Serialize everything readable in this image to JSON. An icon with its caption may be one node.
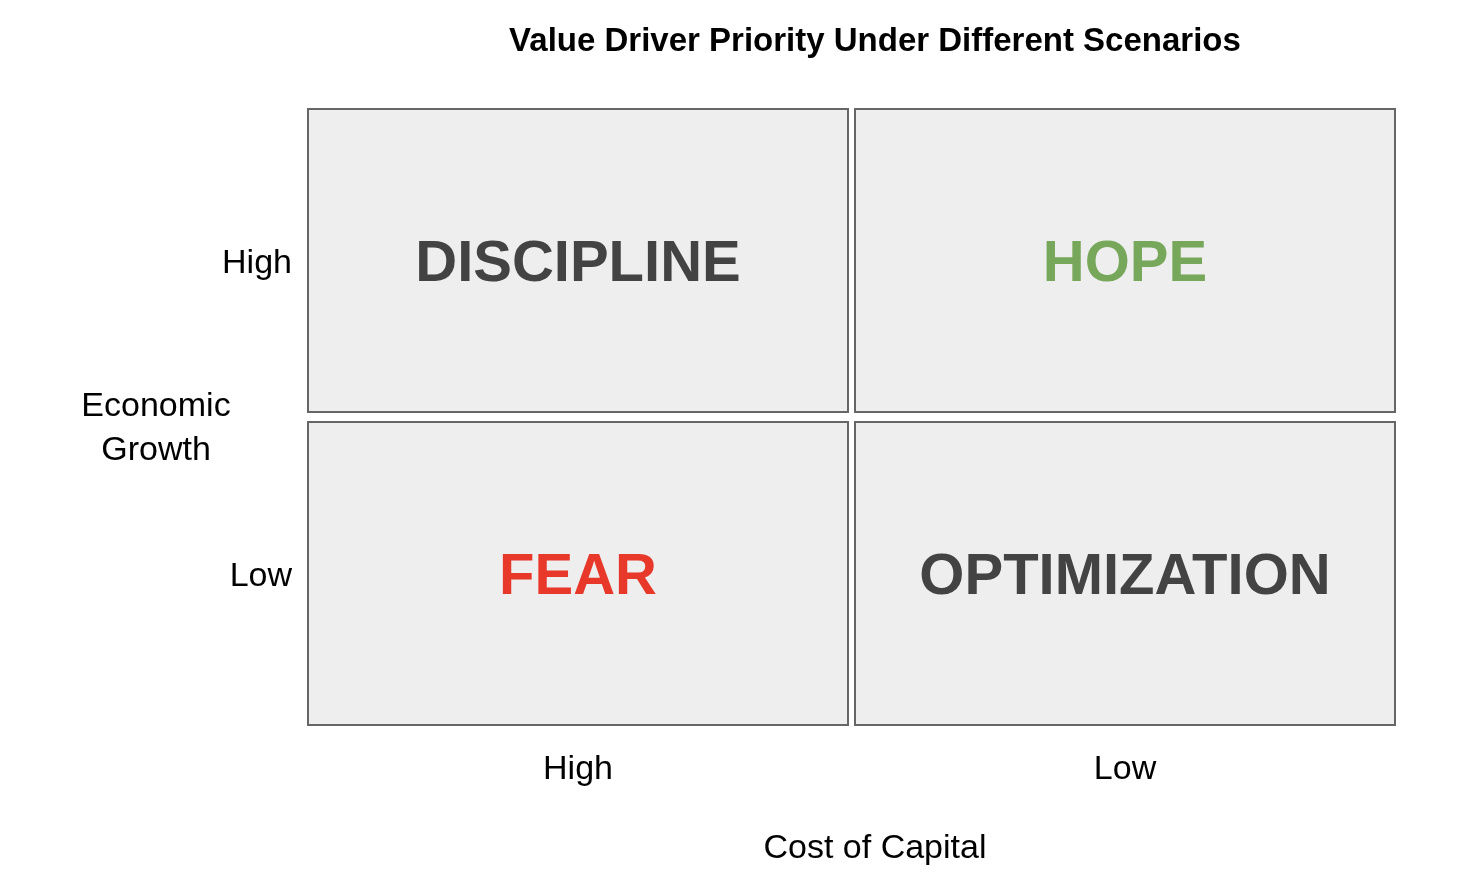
{
  "diagram": {
    "title": "Value Driver Priority Under Different Scenarios",
    "nodes": [
      {
        "text": [
          "DISCIPLINE"
        ]
      },
      {
        "text": [
          "HOPE"
        ]
      },
      {
        "text": [
          "FEAR"
        ]
      },
      {
        "text": [
          "OPTIMIZATION"
        ]
      }
    ],
    "labels": [
      "High",
      "Economic Growth",
      "Low",
      "High",
      "Low",
      "Cost of Capital"
    ]
  }
}
